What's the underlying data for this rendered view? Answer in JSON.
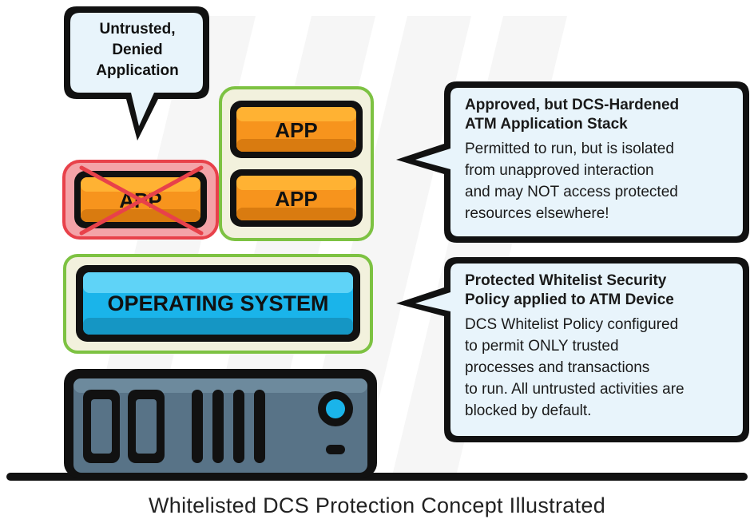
{
  "denied_callout": {
    "lines": [
      "Untrusted,",
      "Denied",
      "Application"
    ]
  },
  "apps": {
    "denied_app_label": "APP",
    "approved_app_top_label": "APP",
    "approved_app_bottom_label": "APP"
  },
  "os": {
    "label": "OPERATING SYSTEM"
  },
  "approved_callout": {
    "title_lines": [
      "Approved, but DCS-Hardened",
      "ATM Application Stack"
    ],
    "body_lines": [
      "Permitted to run, but is isolated",
      "from unapproved interaction",
      "and may NOT access protected",
      "resources elsewhere!"
    ]
  },
  "policy_callout": {
    "title_lines": [
      "Protected Whitelist Security",
      "Policy applied to ATM Device"
    ],
    "body_lines": [
      "DCS Whitelist Policy configured",
      "to permit ONLY trusted",
      "processes and transactions",
      "to run. All untrusted activities are",
      "blocked by default."
    ]
  },
  "caption": "Whitelisted DCS Protection Concept Illustrated",
  "colors": {
    "app_orange": "#f7941d",
    "app_orange_light": "#ffb233",
    "os_blue": "#1ab4ea",
    "os_blue_light": "#5fd3f7",
    "group_fill": "#f2f1dd",
    "group_border": "#7dc242",
    "denied_fill": "#f4a3a8",
    "denied_border": "#e8414a",
    "callout_fill": "#e8f4fb",
    "device_fill": "#567184",
    "outline": "#111111"
  },
  "icons": [
    "server-device",
    "speech-bubble",
    "cross-mark"
  ]
}
